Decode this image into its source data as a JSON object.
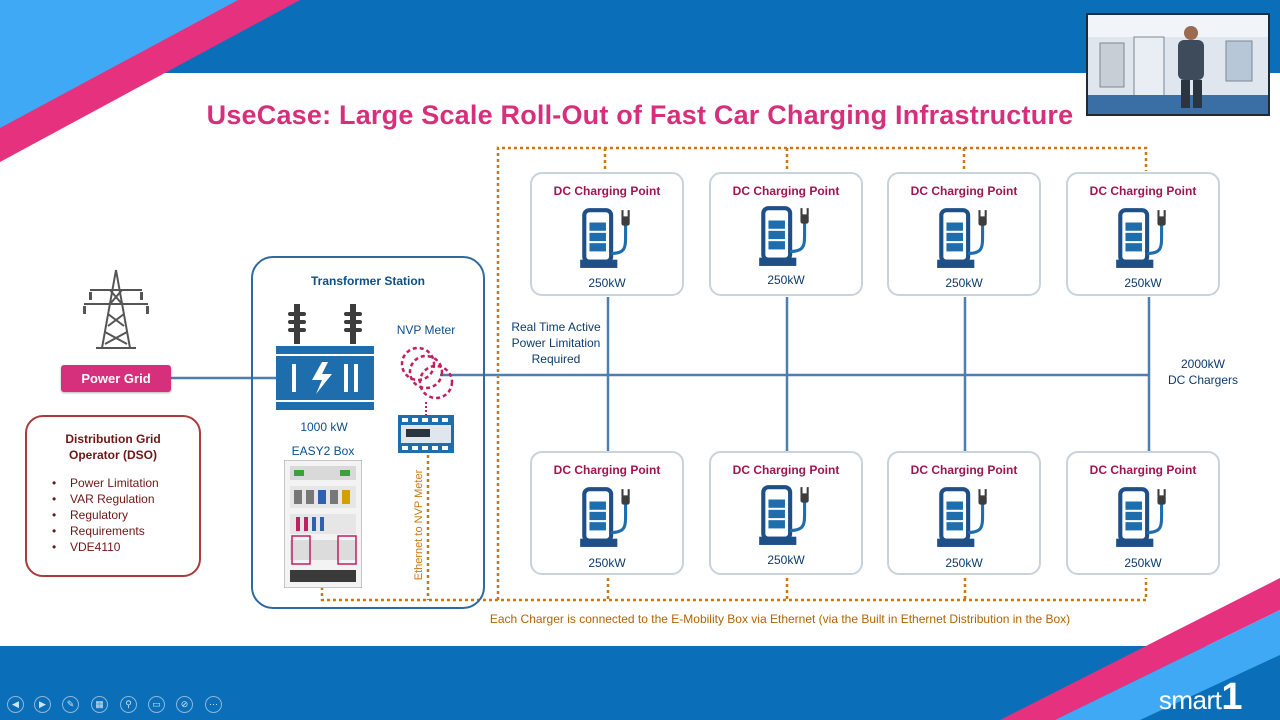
{
  "slide": {
    "title": "UseCase: Large Scale Roll-Out of Fast Car Charging Infrastructure"
  },
  "power_grid": {
    "label": "Power Grid"
  },
  "dso": {
    "title_line1": "Distribution Grid",
    "title_line2": "Operator (DSO)",
    "items": [
      "Power Limitation",
      "VAR Regulation",
      "Regulatory",
      "Requirements",
      "VDE4110"
    ]
  },
  "transformer_station": {
    "title": "Transformer Station",
    "rating": "1000 kW",
    "easy2_label": "EASY2 Box",
    "nvp_meter_label": "NVP Meter",
    "ethernet_label": "Ethernet to NVP Meter"
  },
  "realtime_note": {
    "line1": "Real Time Active",
    "line2": "Power Limitation",
    "line3": "Required"
  },
  "total": {
    "line1": "2000kW",
    "line2": "DC Chargers"
  },
  "chargers": [
    {
      "title": "DC Charging Point",
      "power": "250kW"
    },
    {
      "title": "DC Charging Point",
      "power": "250kW"
    },
    {
      "title": "DC Charging Point",
      "power": "250kW"
    },
    {
      "title": "DC Charging Point",
      "power": "250kW"
    },
    {
      "title": "DC Charging Point",
      "power": "250kW"
    },
    {
      "title": "DC Charging Point",
      "power": "250kW"
    },
    {
      "title": "DC Charging Point",
      "power": "250kW"
    },
    {
      "title": "DC Charging Point",
      "power": "250kW"
    }
  ],
  "footer_note": "Each Charger is connected to the E-Mobility Box via Ethernet (via the Built in Ethernet Distribution in the Box)",
  "brand": {
    "logo_text": "smart",
    "logo_mark": "1"
  },
  "colors": {
    "brand_blue": "#0a6fb8",
    "magenta": "#d62f7b",
    "light_blue": "#3fa9f5",
    "bus_line": "#4a7fb0",
    "ethernet_dots": "#c8781a"
  },
  "toolbar_icons": [
    "previous-icon",
    "next-icon",
    "pen-icon",
    "slides-icon",
    "zoom-icon",
    "subtitles-icon",
    "screen-icon",
    "more-icon"
  ]
}
